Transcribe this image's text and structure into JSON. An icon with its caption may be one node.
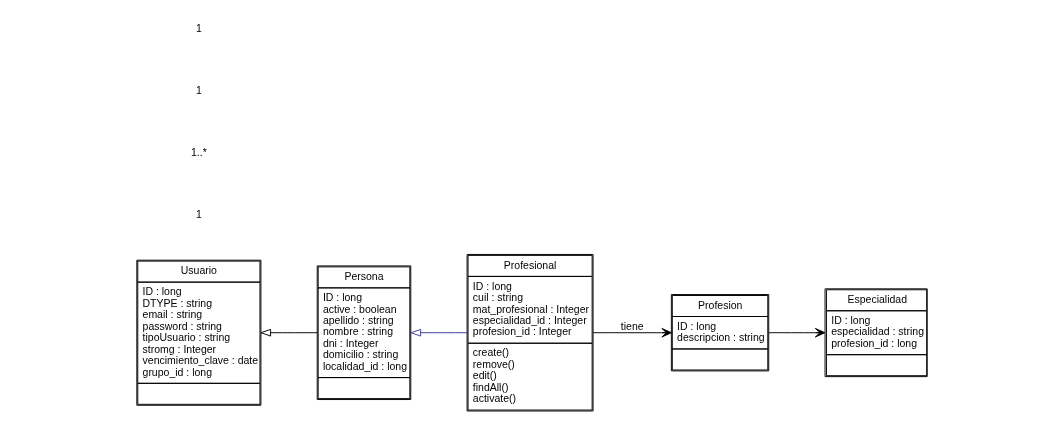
{
  "diagram": {
    "nodes": [
      {
        "text": [
          "Usuario",
          "ID : long",
          "DTYPE : string",
          "email : string",
          "password : string",
          "tipoUsuario : string",
          "stromg : Integer",
          "vencimiento_clave : date",
          "grupo_id : long"
        ]
      },
      {
        "text": [
          "Persona",
          "ID : long",
          "active : boolean",
          "apellido : string",
          "nombre : string",
          "dni : Integer",
          "domicilio : string",
          "localidad_id : long"
        ]
      },
      {
        "text": [
          "Profesional",
          "ID : long",
          "cuil : string",
          "mat_profesional : Integer",
          "especialidad_id : Integer",
          "profesion_id : Integer",
          "create()",
          "remove()",
          "edit()",
          "findAll()",
          "activate()"
        ]
      },
      {
        "text": [
          "Profesion",
          "ID : long",
          "descripcion : string"
        ]
      },
      {
        "text": [
          "Especialidad",
          "ID : long",
          "especialidad : string",
          "profesion_id : long"
        ]
      }
    ],
    "edges": [
      {
        "from": 1,
        "to": 0,
        "arrow": "to"
      },
      {
        "from": 2,
        "to": 1,
        "arrow": "to",
        "color": "#3c3ca0"
      },
      {
        "from": 2,
        "to": 3,
        "arrow": "to",
        "label": "tiene"
      },
      {
        "from": 3,
        "to": 4,
        "arrow": "to"
      }
    ],
    "labels": [
      "1",
      "1..*",
      "1",
      "1"
    ]
  }
}
